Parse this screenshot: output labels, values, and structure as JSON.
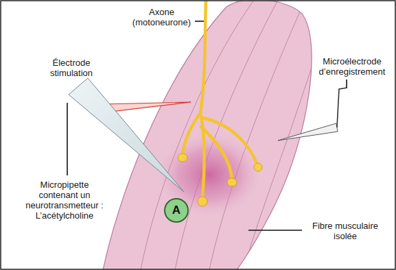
{
  "diagram": {
    "nodes": [
      {
        "text": [
          "A"
        ]
      }
    ],
    "labels": [
      "Axone (motoneurone)",
      "Électrode stimulation",
      "Microélectrode d’enregistrement",
      "Micropipette contenant un neurotransmetteur : L’acétylcholine",
      "Fibre musculaire isolée"
    ]
  }
}
